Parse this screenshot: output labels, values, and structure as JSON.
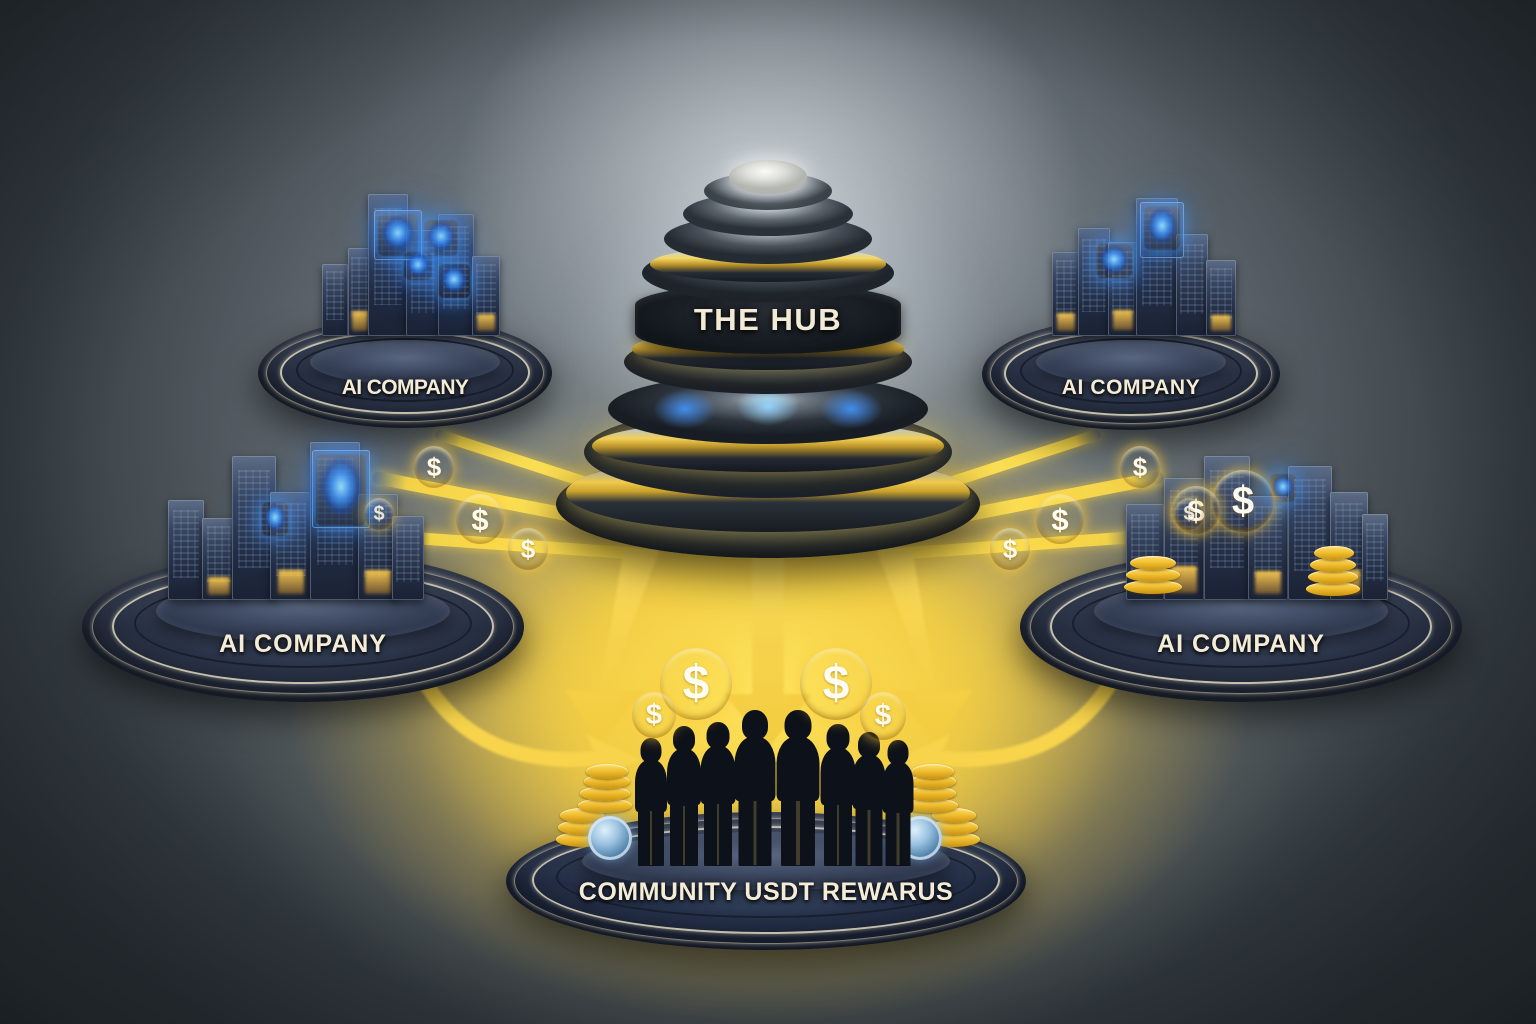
{
  "scene": {
    "title": "AI Company Hub Revenue Distribution Diagram",
    "background_colors": {
      "dark_edge": "#262c31",
      "mid_gray": "#6d767c",
      "light_glow": "#a8b0b6",
      "gold_glow": "#f5d44a",
      "platform_navy": "#2c3a52",
      "rim_cream": "#f4ecd6",
      "coin_gold": "#f7bd25",
      "holo_blue": "#3c96ff",
      "label_text": "#f2ead5"
    }
  },
  "hub": {
    "label": "THE HUB",
    "name": "central-hub-dome"
  },
  "companies": [
    {
      "id": "top-left",
      "label": "AI COMPANY",
      "kerning": "tight"
    },
    {
      "id": "top-right",
      "label": "AI COMPANY",
      "kerning": "normal"
    },
    {
      "id": "middle-left",
      "label": "AI COMPANY",
      "kerning": "normal"
    },
    {
      "id": "middle-right",
      "label": "AI COMPANY",
      "kerning": "normal"
    }
  ],
  "community": {
    "label": "COMMUNITY USDT REWARUS",
    "people_count": 8
  },
  "currency": {
    "symbol": "$",
    "coin_count_visible": 16
  },
  "flows": {
    "inbound_label": "coin streams from AI companies into the hub",
    "outbound_label": "yellow arrows from the hub down to the community",
    "arrow_count_down": 3,
    "curved_arrow_count": 2
  }
}
